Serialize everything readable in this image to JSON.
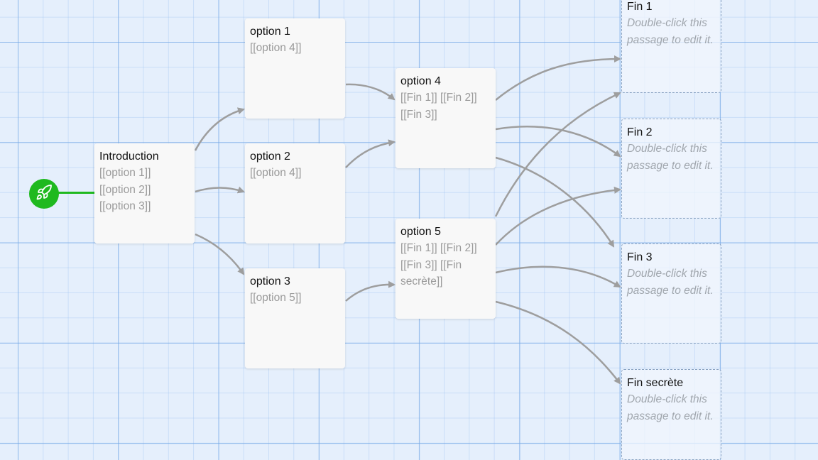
{
  "story_map": {
    "start_icon": "rocket-icon",
    "colors": {
      "start": "#1fb91f",
      "arrow": "#9e9e9e",
      "grid_bg": "#e5effc"
    },
    "passages": [
      {
        "id": "introduction",
        "title": "Introduction",
        "excerpt": "[[option 1]] [[option 2]] [[option 3]]",
        "empty": false
      },
      {
        "id": "option-1",
        "title": "option 1",
        "excerpt": "[[option 4]]",
        "empty": false
      },
      {
        "id": "option-2",
        "title": "option 2",
        "excerpt": "[[option 4]]",
        "empty": false
      },
      {
        "id": "option-3",
        "title": "option 3",
        "excerpt": "[[option 5]]",
        "empty": false
      },
      {
        "id": "option-4",
        "title": "option 4",
        "excerpt": "[[Fin 1]] [[Fin 2]] [[Fin 3]]",
        "empty": false
      },
      {
        "id": "option-5",
        "title": "option 5",
        "excerpt": "[[Fin 1]] [[Fin 2]] [[Fin 3]] [[Fin secrète]]",
        "empty": false
      },
      {
        "id": "fin-1",
        "title": "Fin 1",
        "excerpt": "Double-click this passage to edit it.",
        "empty": true
      },
      {
        "id": "fin-2",
        "title": "Fin 2",
        "excerpt": "Double-click this passage to edit it.",
        "empty": true
      },
      {
        "id": "fin-3",
        "title": "Fin 3",
        "excerpt": "Double-click this passage to edit it.",
        "empty": true
      },
      {
        "id": "fin-secrete",
        "title": "Fin secrète",
        "excerpt": "Double-click this passage to edit it.",
        "empty": true
      }
    ]
  }
}
